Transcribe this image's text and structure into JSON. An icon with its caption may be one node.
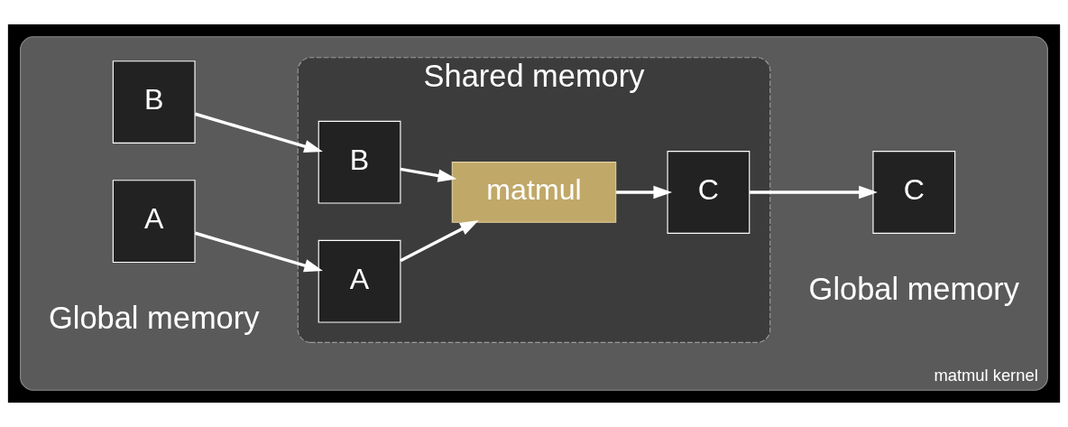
{
  "diagram": {
    "nodes": [
      {
        "text": [
          "matmul kernel"
        ]
      },
      {
        "text": [
          "Shared memory"
        ],
        "in": 0
      },
      {
        "text": [
          "A"
        ],
        "in": 0
      },
      {
        "text": [
          "B"
        ],
        "in": 0
      },
      {
        "text": [
          "A"
        ],
        "in": 1
      },
      {
        "text": [
          "B"
        ],
        "in": 1
      },
      {
        "text": [
          "matmul"
        ],
        "in": 1
      },
      {
        "text": [
          "C"
        ],
        "in": 1
      },
      {
        "text": [
          "C"
        ],
        "in": 0
      }
    ],
    "edges": [
      {
        "from": 2,
        "to": 4,
        "arrow": "to"
      },
      {
        "from": 3,
        "to": 5,
        "arrow": "to"
      },
      {
        "from": 4,
        "to": 6,
        "arrow": "to"
      },
      {
        "from": 5,
        "to": 6,
        "arrow": "to"
      },
      {
        "from": 6,
        "to": 7,
        "arrow": "to"
      },
      {
        "from": 7,
        "to": 8,
        "arrow": "to"
      }
    ],
    "labels": [
      "Global memory",
      "Global memory"
    ]
  }
}
